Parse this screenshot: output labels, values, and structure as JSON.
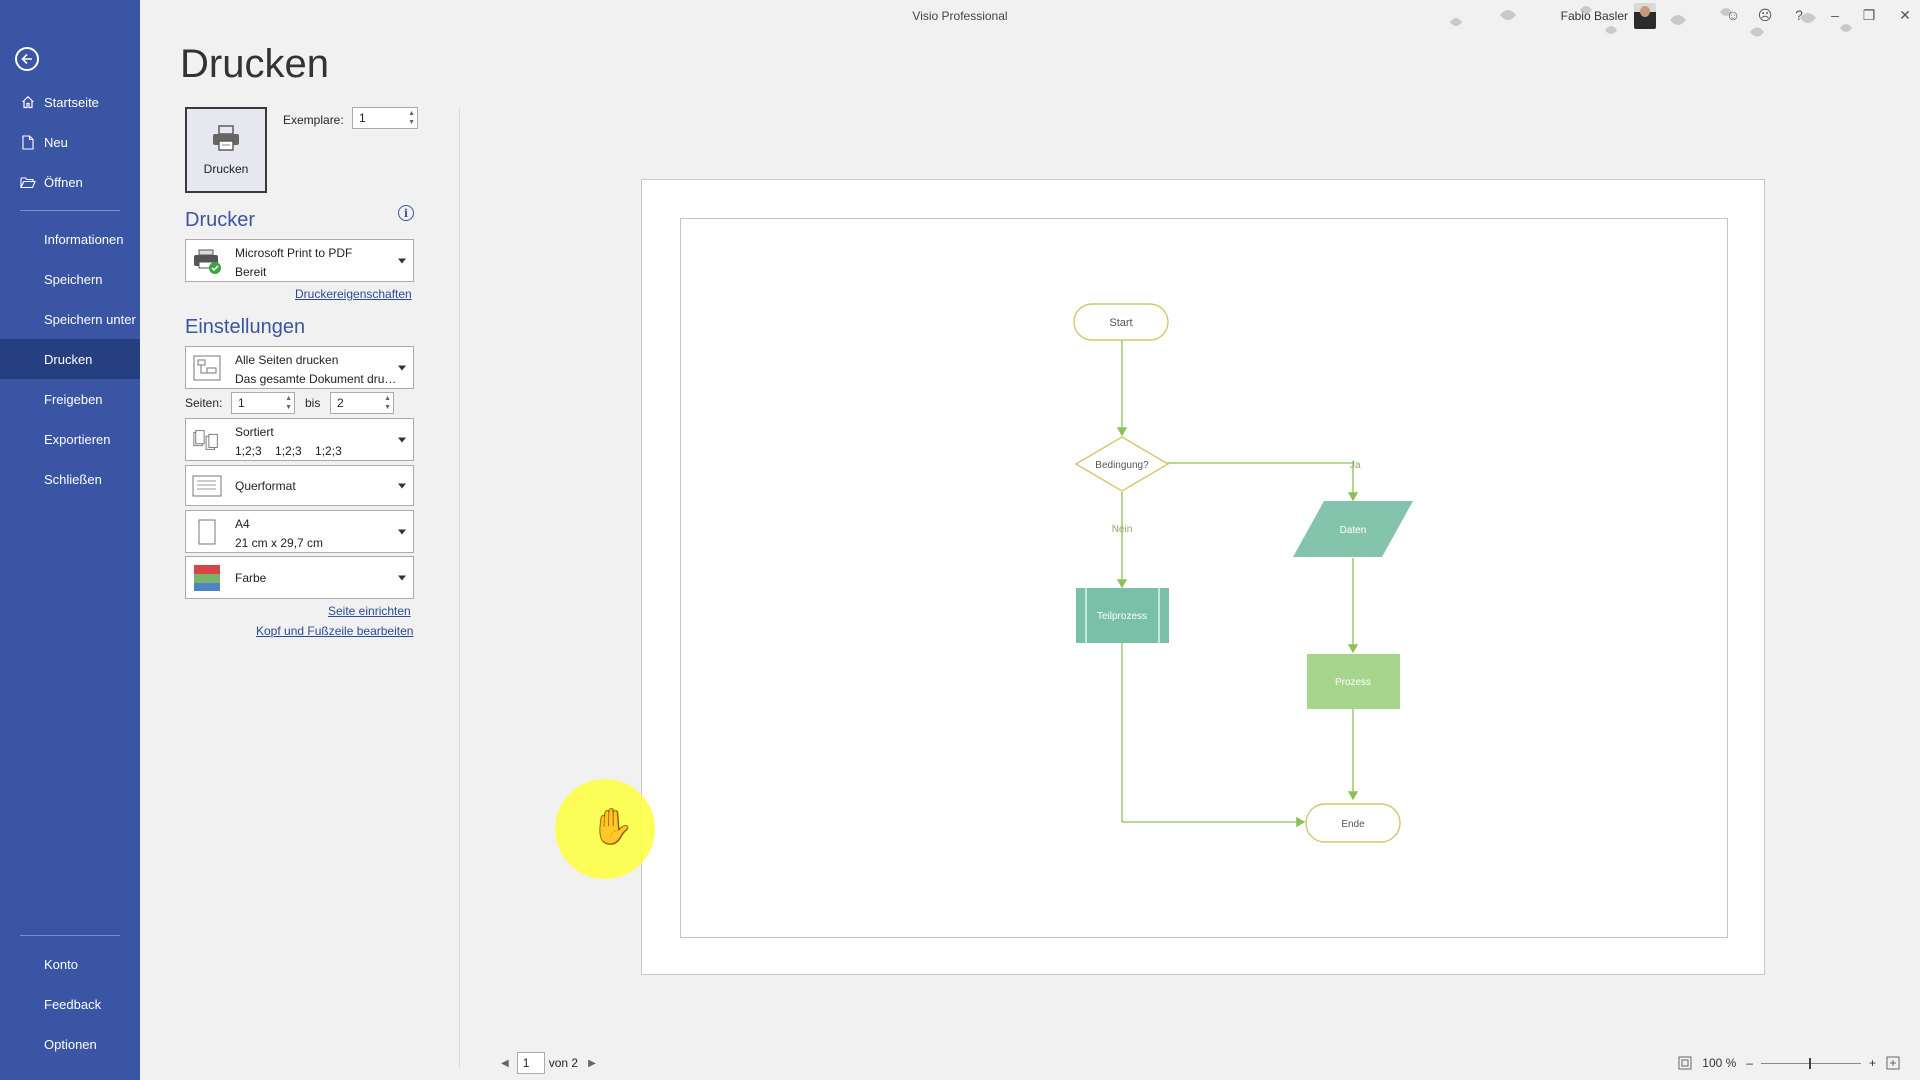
{
  "app": {
    "title": "Visio Professional",
    "user_name": "Fabio Basler",
    "controls": {
      "smiley": "☺",
      "frowny": "☹",
      "help": "?",
      "minimize": "–",
      "restore": "❐",
      "close": "✕"
    }
  },
  "sidebar": {
    "items": [
      {
        "label": "Startseite",
        "icon": "home-icon"
      },
      {
        "label": "Neu",
        "icon": "new-document-icon"
      },
      {
        "label": "Öffnen",
        "icon": "folder-open-icon"
      },
      {
        "label": "Informationen"
      },
      {
        "label": "Speichern"
      },
      {
        "label": "Speichern unter"
      },
      {
        "label": "Drucken",
        "active": true
      },
      {
        "label": "Freigeben"
      },
      {
        "label": "Exportieren"
      },
      {
        "label": "Schließen"
      }
    ],
    "bottom": [
      {
        "label": "Konto"
      },
      {
        "label": "Feedback"
      },
      {
        "label": "Optionen"
      }
    ]
  },
  "print": {
    "page_title": "Drucken",
    "print_button": "Drucken",
    "copies_label": "Exemplare:",
    "copies_value": "1",
    "printer_heading": "Drucker",
    "printer_name": "Microsoft Print to PDF",
    "printer_status": "Bereit",
    "printer_properties": "Druckereigenschaften",
    "settings_heading": "Einstellungen",
    "pages_mode_l1": "Alle Seiten drucken",
    "pages_mode_l2": "Das gesamte Dokument dru…",
    "pages_label": "Seiten:",
    "pages_from": "1",
    "pages_to_label": "bis",
    "pages_to": "2",
    "collate_l1": "Sortiert",
    "collate_l2": "1;2;3    1;2;3    1;2;3",
    "orientation": "Querformat",
    "paper_l1": "A4",
    "paper_l2": "21 cm x 29,7 cm",
    "color": "Farbe",
    "page_setup_link": "Seite einrichten",
    "header_footer_link": "Kopf und Fußzeile bearbeiten"
  },
  "flowchart": {
    "start": "Start",
    "decision": "Bedingung?",
    "yes": "Ja",
    "no": "Nein",
    "data": "Daten",
    "subprocess": "Teilprozess",
    "process": "Prozess",
    "end": "Ende",
    "colors": {
      "line": "#8fbf5a",
      "data_fill": "#84c4ad",
      "subprocess_fill": "#79c0a8",
      "process_fill": "#a6d68e",
      "outline": "#d6c66a"
    }
  },
  "preview_nav": {
    "current_page": "1",
    "of_label": "von 2"
  },
  "zoom": {
    "level": "100 %",
    "minus": "–",
    "plus": "+"
  }
}
